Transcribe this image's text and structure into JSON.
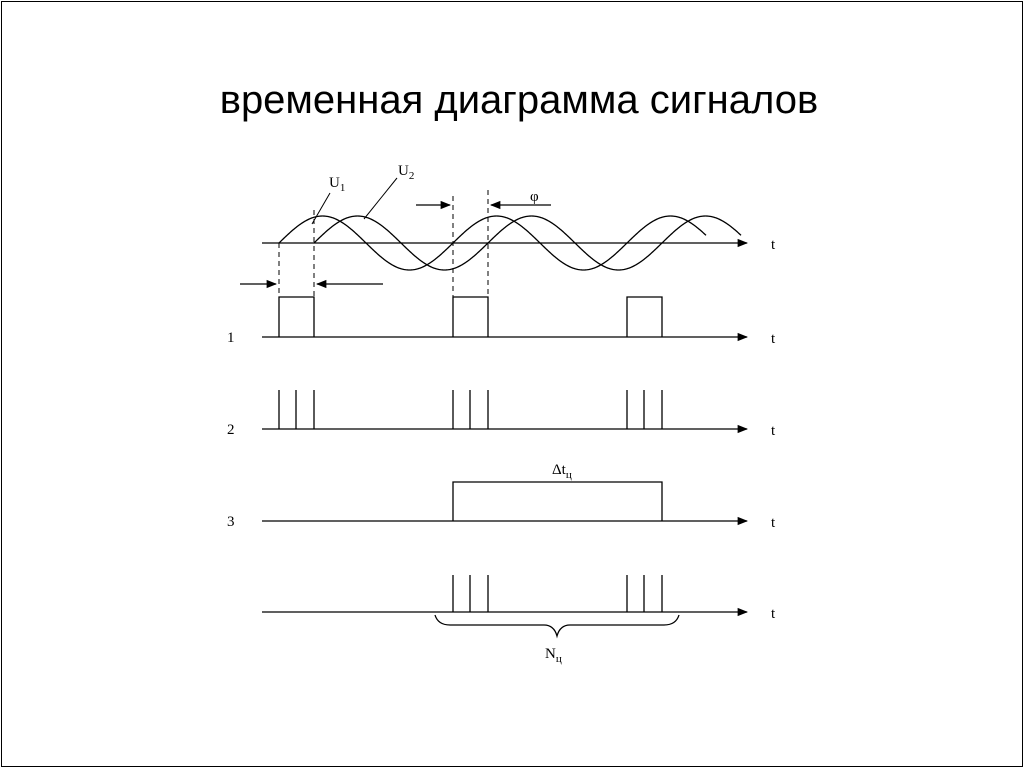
{
  "title": "временная диаграмма сигналов",
  "colors": {
    "stroke": "#000000",
    "background": "#ffffff"
  },
  "labels": {
    "u1_main": "U",
    "u1_sub": "1",
    "u2_main": "U",
    "u2_sub": "2",
    "phi": "φ",
    "axis_t": "t",
    "row1": "1",
    "row2": "2",
    "row3": "3",
    "dt_main": "Δt",
    "dt_sub": "ц",
    "n_main": "N",
    "n_sub": "ц"
  }
}
